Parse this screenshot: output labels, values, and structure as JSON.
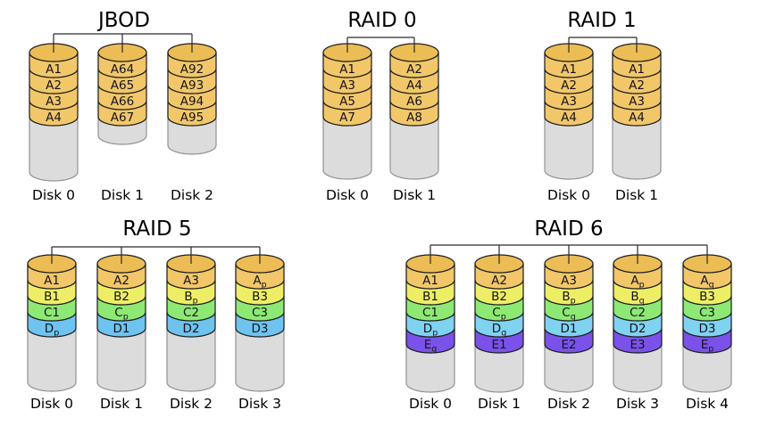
{
  "colors": {
    "background": "#ffffff",
    "cap": "#ecbd55",
    "body": "#dcdcdc",
    "body_stroke": "#929292",
    "block_stroke": "#1f1f1f",
    "connector": "#2a2a2a",
    "text": "#14141c",
    "rows": {
      "A": "#f2c76a",
      "B": "#eeee66",
      "C": "#8ee974",
      "D": "#6fc3ef",
      "E": "#7a52e9"
    }
  },
  "groups": [
    {
      "id": "jbod",
      "title": "JBOD",
      "disks": [
        {
          "label": "Disk 0",
          "blocks": [
            "A1",
            "A2",
            "A3",
            "A4"
          ]
        },
        {
          "label": "Disk 1",
          "blocks": [
            "A64",
            "A65",
            "A66",
            "A67"
          ]
        },
        {
          "label": "Disk 2",
          "blocks": [
            "A92",
            "A93",
            "A94",
            "A95"
          ]
        }
      ]
    },
    {
      "id": "raid0",
      "title": "RAID 0",
      "disks": [
        {
          "label": "Disk 0",
          "blocks": [
            "A1",
            "A3",
            "A5",
            "A7"
          ]
        },
        {
          "label": "Disk 1",
          "blocks": [
            "A2",
            "A4",
            "A6",
            "A8"
          ]
        }
      ]
    },
    {
      "id": "raid1",
      "title": "RAID 1",
      "disks": [
        {
          "label": "Disk 0",
          "blocks": [
            "A1",
            "A2",
            "A3",
            "A4"
          ]
        },
        {
          "label": "Disk 1",
          "blocks": [
            "A1",
            "A2",
            "A3",
            "A4"
          ]
        }
      ]
    },
    {
      "id": "raid5",
      "title": "RAID 5",
      "disks": [
        {
          "label": "Disk 0",
          "blocks": [
            "A1",
            "B1",
            "C1",
            "D_p"
          ]
        },
        {
          "label": "Disk 1",
          "blocks": [
            "A2",
            "B2",
            "C_p",
            "D1"
          ]
        },
        {
          "label": "Disk 2",
          "blocks": [
            "A3",
            "B_p",
            "C2",
            "D2"
          ]
        },
        {
          "label": "Disk 3",
          "blocks": [
            "A_p",
            "B3",
            "C3",
            "D3"
          ]
        }
      ]
    },
    {
      "id": "raid6",
      "title": "RAID 6",
      "row_overrides": {
        "D": "#80d2f1"
      },
      "disks": [
        {
          "label": "Disk 0",
          "blocks": [
            "A1",
            "B1",
            "C1",
            "D_p",
            "E_q"
          ]
        },
        {
          "label": "Disk 1",
          "blocks": [
            "A2",
            "B2",
            "C_p",
            "D_q",
            "E1"
          ]
        },
        {
          "label": "Disk 2",
          "blocks": [
            "A3",
            "B_p",
            "C_q",
            "D1",
            "E2"
          ]
        },
        {
          "label": "Disk 3",
          "blocks": [
            "A_p",
            "B_q",
            "C2",
            "D2",
            "E3"
          ]
        },
        {
          "label": "Disk 4",
          "blocks": [
            "A_q",
            "B3",
            "C3",
            "D3",
            "E_p"
          ]
        }
      ]
    }
  ]
}
